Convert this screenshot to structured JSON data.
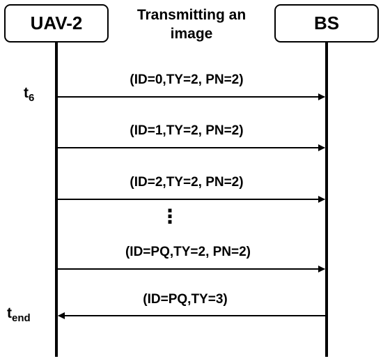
{
  "participants": {
    "left": "UAV-2",
    "right": "BS"
  },
  "title": [
    "Transmitting an",
    "image"
  ],
  "time_labels": {
    "start": {
      "base": "t",
      "sub": "6"
    },
    "end": {
      "base": "t",
      "sub": "end"
    }
  },
  "messages": [
    {
      "label": "(ID=0,TY=2, PN=2)",
      "direction": "to-bs"
    },
    {
      "label": "(ID=1,TY=2, PN=2)",
      "direction": "to-bs"
    },
    {
      "label": "(ID=2,TY=2, PN=2)",
      "direction": "to-bs"
    },
    {
      "label": "(ID=PQ,TY=2, PN=2)",
      "direction": "to-bs"
    },
    {
      "label": "(ID=PQ,TY=3)",
      "direction": "to-uav"
    }
  ],
  "ellipsis": "⋮"
}
